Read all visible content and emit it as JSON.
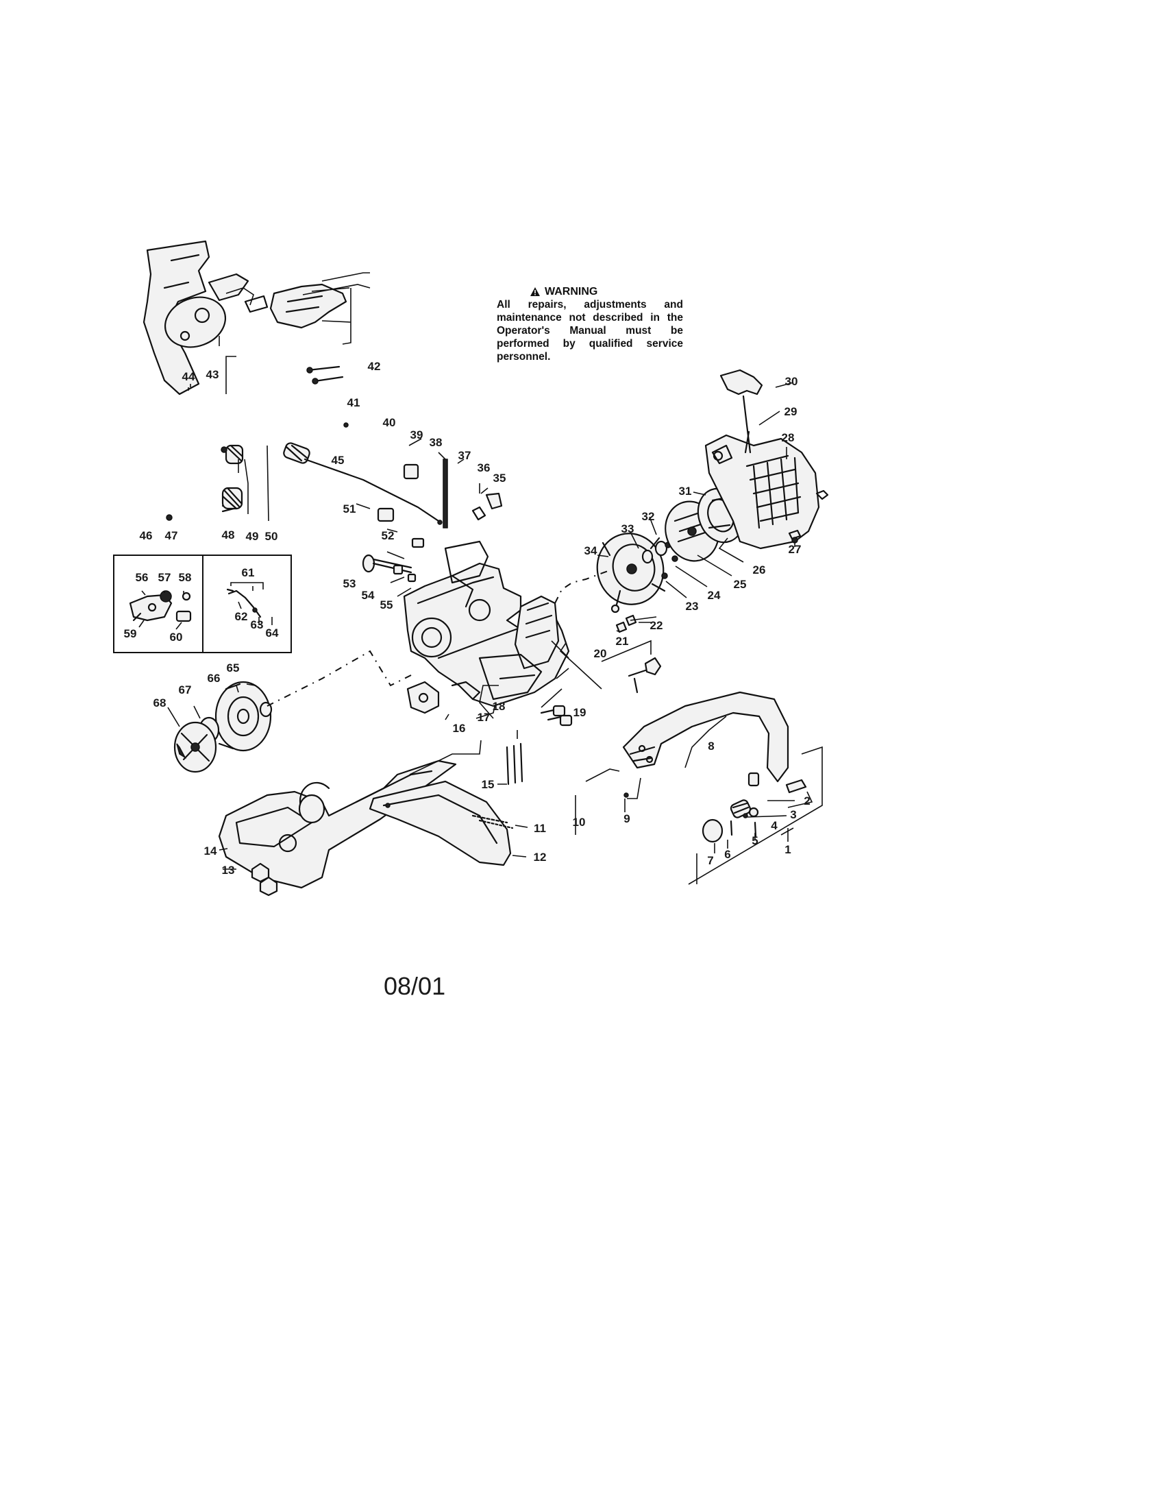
{
  "warning": {
    "title": "WARNING",
    "text": "All repairs, adjustments and maintenance not described in the Operator's Manual must be performed by qualified service personnel."
  },
  "date": "08/01",
  "labels": {
    "n1": "1",
    "n2": "2",
    "n3": "3",
    "n4": "4",
    "n5": "5",
    "n6": "6",
    "n7": "7",
    "n8": "8",
    "n9": "9",
    "n10": "10",
    "n11": "11",
    "n12": "12",
    "n13": "13",
    "n14": "14",
    "n15": "15",
    "n16": "16",
    "n17": "17",
    "n18": "18",
    "n19": "19",
    "n20": "20",
    "n21": "21",
    "n22": "22",
    "n23": "23",
    "n24": "24",
    "n25": "25",
    "n26": "26",
    "n27": "27",
    "n28": "28",
    "n29": "29",
    "n30": "30",
    "n31": "31",
    "n32": "32",
    "n33": "33",
    "n34": "34",
    "n35": "35",
    "n36": "36",
    "n37": "37",
    "n38": "38",
    "n39": "39",
    "n40": "40",
    "n41": "41",
    "n42": "42",
    "n43": "43",
    "n44": "44",
    "n45": "45",
    "n46": "46",
    "n47": "47",
    "n48": "48",
    "n49": "49",
    "n50": "50",
    "n51": "51",
    "n52": "52",
    "n53": "53",
    "n54": "54",
    "n55": "55",
    "n56": "56",
    "n57": "57",
    "n58": "58",
    "n59": "59",
    "n60": "60",
    "n61": "61",
    "n62": "62",
    "n63": "63",
    "n64": "64",
    "n65": "65",
    "n66": "66",
    "n67": "67",
    "n68": "68"
  }
}
